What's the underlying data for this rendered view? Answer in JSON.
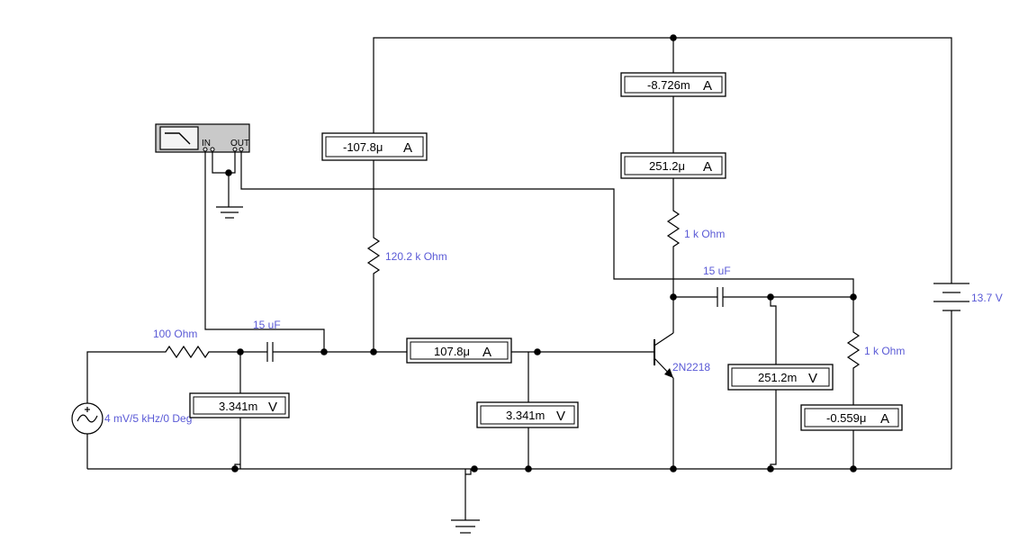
{
  "bode_plotter": {
    "in_label": "IN",
    "out_label": "OUT",
    "icon": "bode-plot-icon"
  },
  "components": {
    "source": {
      "label": "4 mV/5 kHz/0 Deg",
      "icon": "ac-voltage-source-icon"
    },
    "r_source": {
      "label": "100  Ohm"
    },
    "c_input": {
      "label": "15 uF"
    },
    "r_bias": {
      "label": "120.2 k Ohm"
    },
    "r_collector": {
      "label": "1 k Ohm"
    },
    "c_output": {
      "label": "15 uF"
    },
    "r_load": {
      "label": "1 k Ohm"
    },
    "transistor": {
      "label": "2N2218",
      "icon": "npn-transistor-icon"
    },
    "battery": {
      "label": "13.7 V",
      "icon": "battery-icon"
    }
  },
  "meters": {
    "i_supply": {
      "value": "-8.726m",
      "unit": "A"
    },
    "i_collector": {
      "value": "251.2μ",
      "unit": "A"
    },
    "i_bias_top": {
      "value": "-107.8μ",
      "unit": "A"
    },
    "i_base": {
      "value": "107.8μ",
      "unit": "A"
    },
    "v_input": {
      "value": "3.341m",
      "unit": "V"
    },
    "v_base": {
      "value": "3.341m",
      "unit": "V"
    },
    "v_output": {
      "value": "251.2m",
      "unit": "V"
    },
    "i_load": {
      "value": "-0.559μ",
      "unit": "A"
    }
  },
  "colors": {
    "label": "#5a5ad6",
    "wire": "#000000",
    "instrument": "#c9c9c9"
  }
}
